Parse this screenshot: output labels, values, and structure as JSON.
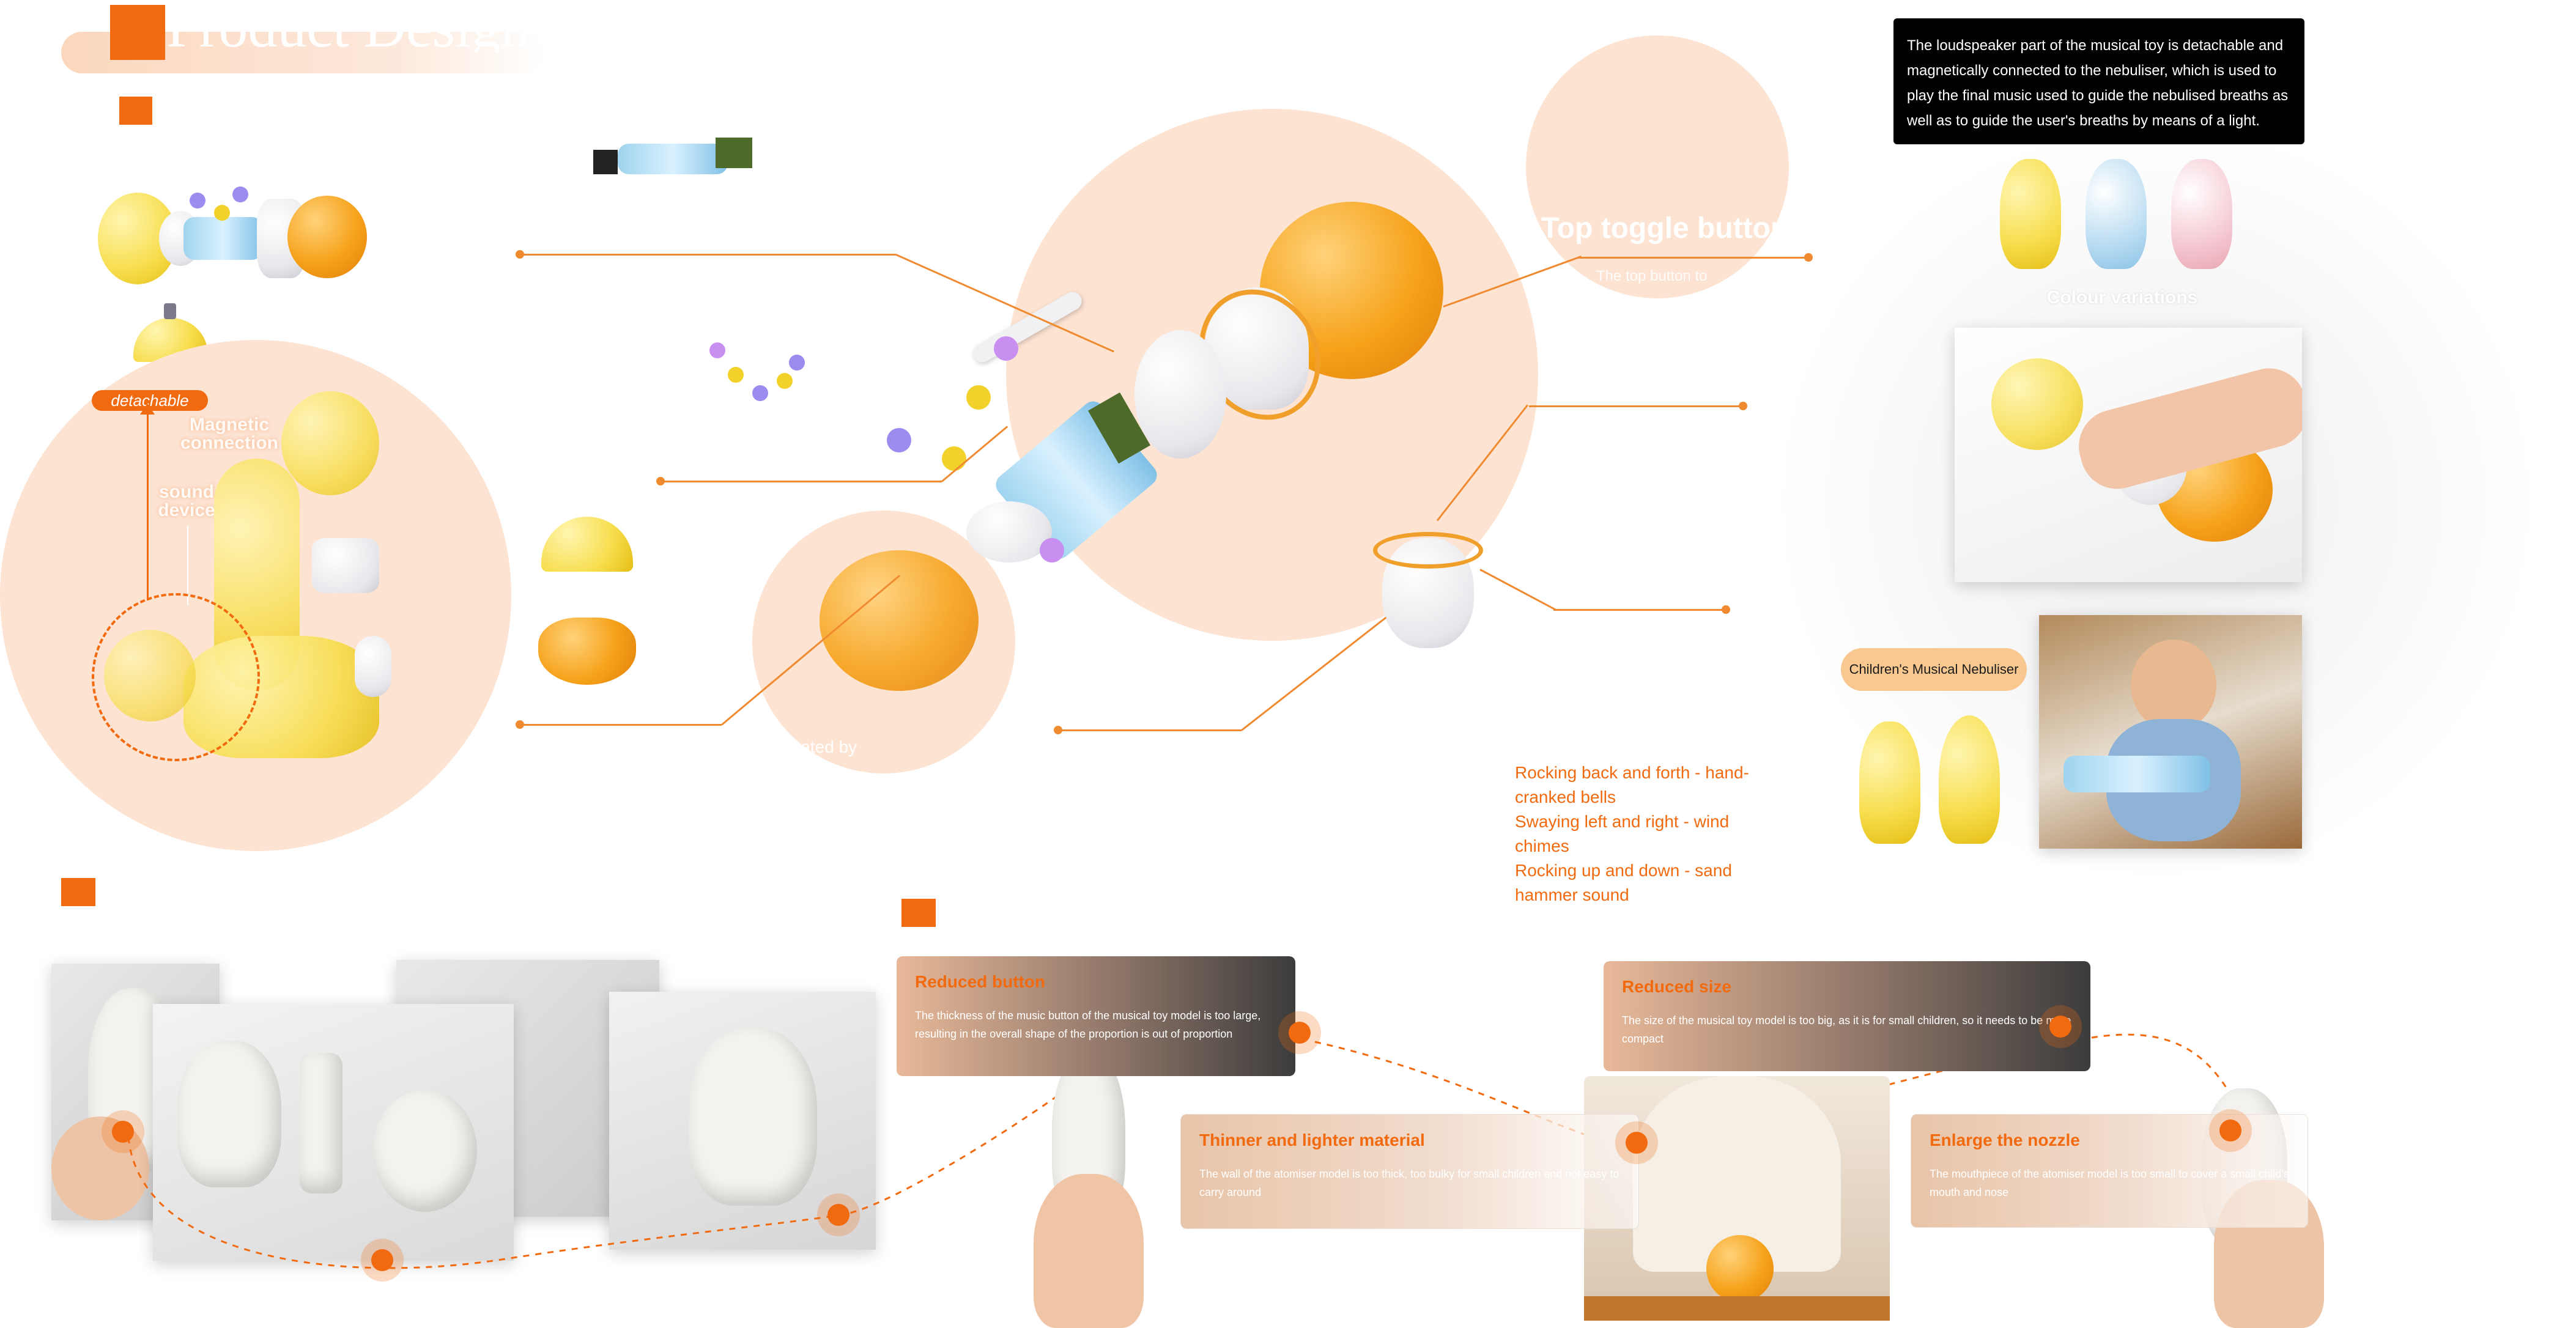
{
  "header": {
    "title": "Product Design D"
  },
  "labels": {
    "detachable": "detachable",
    "magnetic_connection": "Magnetic\nconnection",
    "sound_device": "sound\ndevice",
    "top_toggle_button": "Top toggle button",
    "top_button_hint": "The top button to",
    "operated_by": "rated by",
    "colour_variations": "Colour variations",
    "childrens_nebuliser": "Children's Musical Nebuliser"
  },
  "info_box": "The loudspeaker part of the musical toy is detachable and magnetically connected to the nebuliser, which is used to play the final music used to guide the nebulised breaths as well as to guide the user's breaths by means of a light.",
  "rocking_notes": [
    "Rocking back and forth - hand-cranked bells",
    "Swaying left and right - wind chimes",
    "Rocking up and down - sand hammer sound"
  ],
  "feedback_cards": [
    {
      "title": "Reduced  button",
      "text": "The thickness of the music button of the musical toy model is too large, resulting in the overall shape of the proportion is out of proportion"
    },
    {
      "title": "Thinner and lighter material",
      "text": "The wall of the atomiser model is too thick, too bulky for small children and not easy to carry around"
    },
    {
      "title": "Reduced  size",
      "text": "The size of the musical toy model is too big, as it is for small children, so it needs to be more compact"
    },
    {
      "title": "Enlarge the nozzle",
      "text": "The mouthpiece of the atomiser model is too small to cover a small child's mouth and nose"
    }
  ],
  "colors": {
    "accent": "#f26a10",
    "line": "#f08a30",
    "peach": "#fde3d2",
    "toy_orange": "#f6a21a",
    "toy_yellow": "#f7dd4c"
  }
}
